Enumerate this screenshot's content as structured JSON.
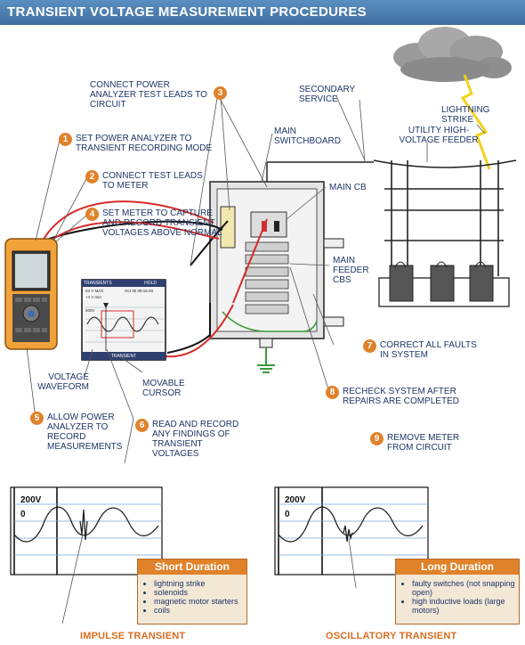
{
  "title": "TRANSIENT VOLTAGE MEASUREMENT PROCEDURES",
  "labels": {
    "connect_leads_circuit": "CONNECT POWER ANALYZER TEST LEADS TO CIRCUIT",
    "secondary_service": "SECONDARY SERVICE",
    "lightning_strike": "LIGHTNING STRIKE",
    "utility_feeder": "UTILITY HIGH-VOLTAGE FEEDER",
    "main_switchboard": "MAIN SWITCHBOARD",
    "main_cb": "MAIN CB",
    "main_feeder_cbs": "MAIN FEEDER CBs",
    "voltage_waveform": "VOLTAGE WAVEFORM",
    "movable_cursor": "MOVABLE CURSOR"
  },
  "steps": [
    {
      "num": "1",
      "text": "SET POWER ANALYZER TO TRANSIENT RECORDING MODE"
    },
    {
      "num": "2",
      "text": "CONNECT TEST LEADS TO METER"
    },
    {
      "num": "3",
      "text": ""
    },
    {
      "num": "4",
      "text": "SET METER TO CAPTURE AND RECORD TRANSIENT VOLTAGES ABOVE NORMAL"
    },
    {
      "num": "5",
      "text": "ALLOW POWER ANALYZER TO RECORD MEASUREMENTS"
    },
    {
      "num": "6",
      "text": "READ AND RECORD ANY FINDINGS OF TRANSIENT VOLTAGES"
    },
    {
      "num": "7",
      "text": "CORRECT ALL FAULTS IN SYSTEM"
    },
    {
      "num": "8",
      "text": "RECHECK SYSTEM AFTER REPAIRS ARE COMPLETED"
    },
    {
      "num": "9",
      "text": "REMOVE METER FROM CIRCUIT"
    }
  ],
  "meter_screen": {
    "header_left": "TRANSIENTS",
    "header_right": "HOLD",
    "line1": "03 V MAX",
    "line1_right": "Oct 30 09:16:48",
    "line2": "+4 V min",
    "scale": "200V",
    "footer": "TRANSIENT"
  },
  "waveforms": [
    {
      "scale": "200V",
      "zero": "0"
    },
    {
      "scale": "200V",
      "zero": "0"
    }
  ],
  "callouts": [
    {
      "title": "Short Duration",
      "items": [
        "lightning strike",
        "solenoids",
        "magnetic motor starters",
        "coils"
      ]
    },
    {
      "title": "Long Duration",
      "items": [
        "faulty switches (not snapping open)",
        "high inductive loads (large motors)"
      ]
    }
  ],
  "bottom": {
    "impulse": "IMPULSE TRANSIENT",
    "oscillatory": "OSCILLATORY TRANSIENT"
  },
  "colors": {
    "header": "#4a7db0",
    "accent": "#e0822a",
    "label_text": "#1c3566",
    "lead_red": "#d52a2a",
    "lead_black": "#111111",
    "ground_green": "#3a9a3a",
    "lightning": "#f2d21b"
  }
}
